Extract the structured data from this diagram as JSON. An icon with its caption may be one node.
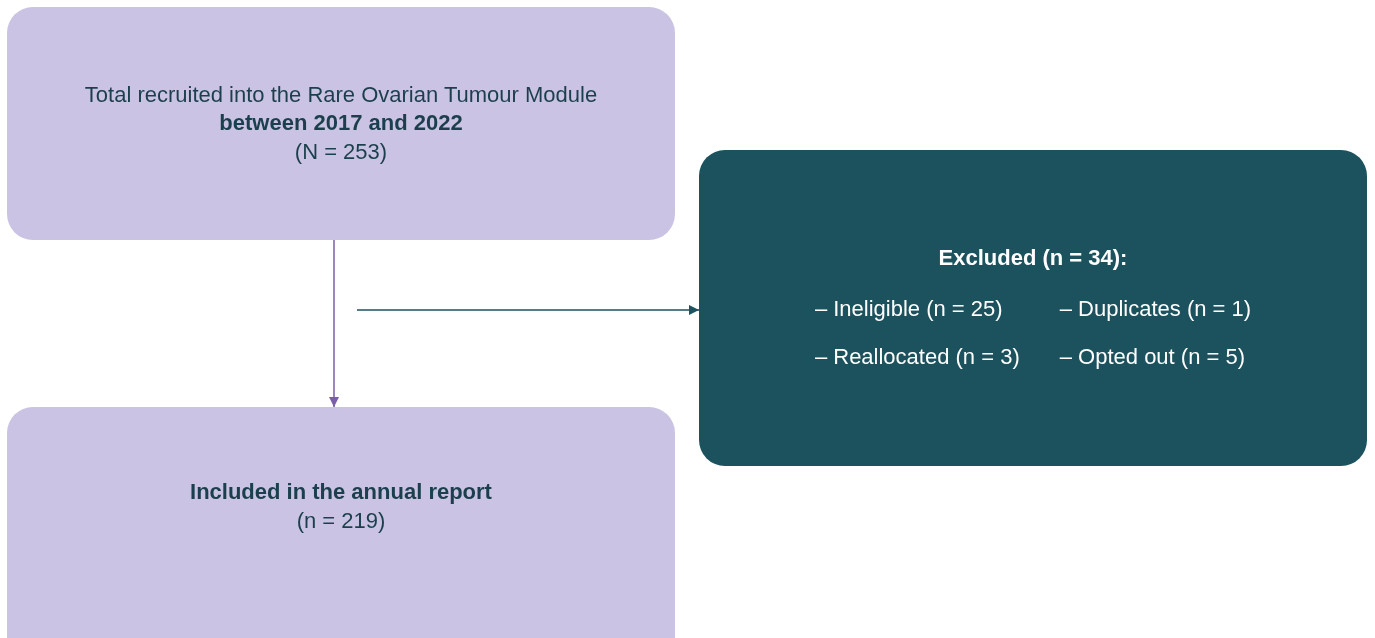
{
  "diagram": {
    "nodes": [
      {
        "text": [
          "Total recruited into the Rare Ovarian Tumour Module **between 2017 and 2022**",
          "(N = 253)"
        ]
      },
      {
        "text": [
          "Included in the annual report",
          "(n = 219)"
        ]
      },
      {
        "text": [
          "Excluded (n = 34):",
          "– Ineligible (n = 25)",
          "– Duplicates (n = 1)",
          "– Reallocated (n = 3)",
          "– Opted out (n = 5)"
        ]
      }
    ],
    "edges": [
      {
        "from": 0,
        "to": 1,
        "arrow": "to",
        "color": "#7b5ea7"
      },
      {
        "from": null,
        "to": 2,
        "arrow": "to",
        "color": "#1d525e"
      }
    ]
  }
}
